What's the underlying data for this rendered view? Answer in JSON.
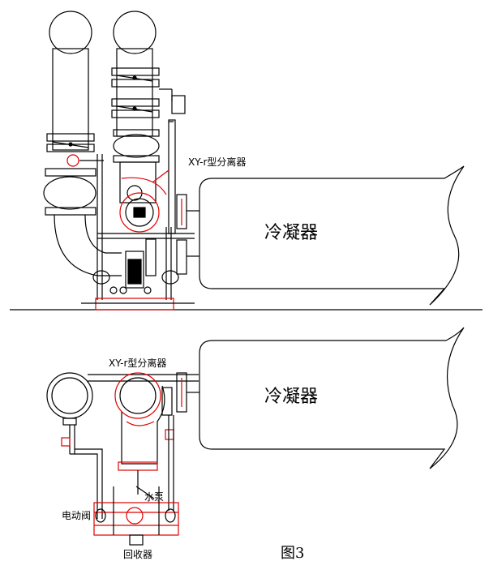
{
  "top_view": {
    "separator_label": "XY-r型分离器",
    "condenser_label": "冷凝器"
  },
  "bottom_view": {
    "separator_label": "XY-r型分离器",
    "condenser_label": "冷凝器",
    "pump_label": "水泵",
    "valve_label": "电动阀",
    "recovery_label": "回收器"
  },
  "figure_caption": "图3",
  "colors": {
    "line": "#000000",
    "accent": "#e00000"
  }
}
